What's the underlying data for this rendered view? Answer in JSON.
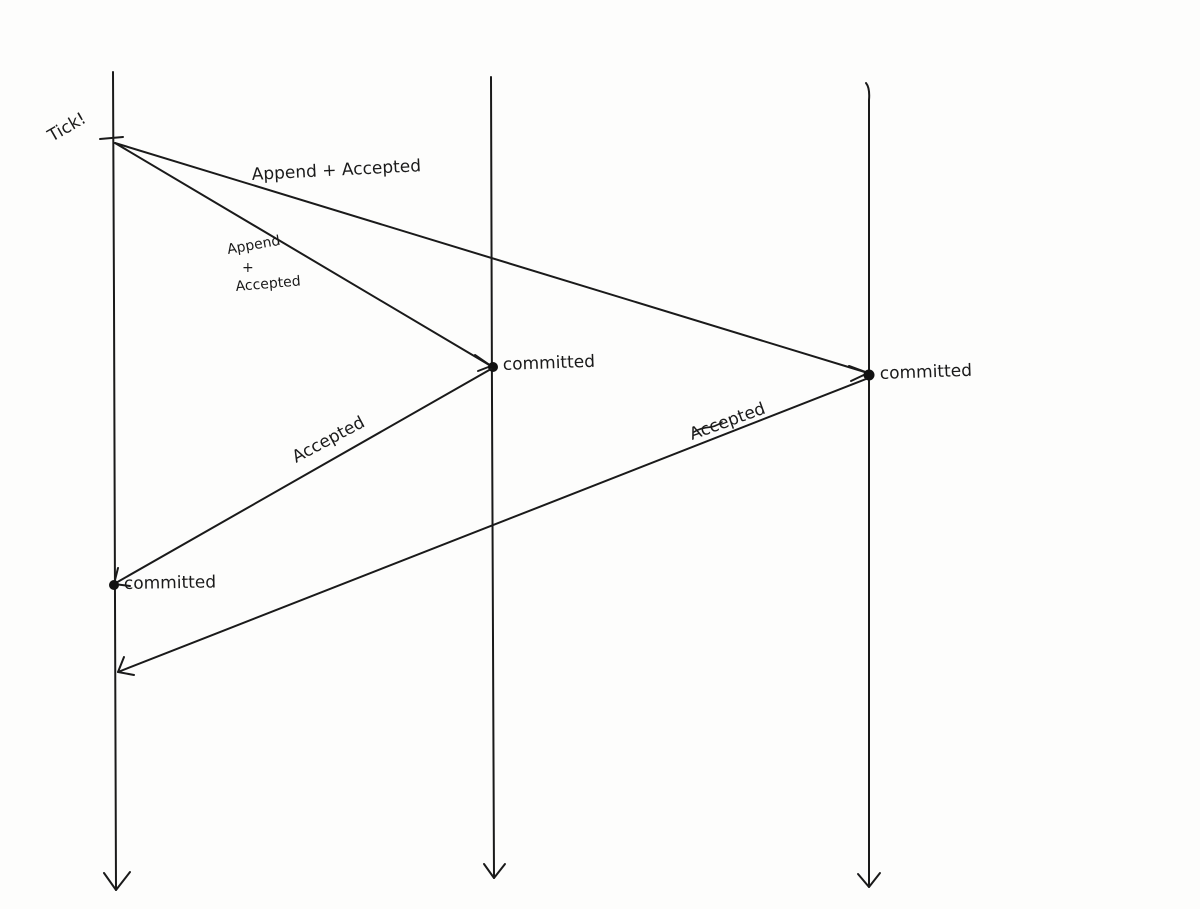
{
  "diagram": {
    "tick_label": "Tick!",
    "messages": {
      "append_accepted_long": "Append + Accepted",
      "append_short_line1": "Append",
      "append_short_plus": "+",
      "append_short_line2": "Accepted",
      "accepted_from_middle": "Accepted",
      "accepted_from_right": "Accepted"
    },
    "events": {
      "committed_middle": "committed",
      "committed_right": "committed",
      "committed_left": "committed"
    },
    "ink_color": "#1a1a1a"
  }
}
